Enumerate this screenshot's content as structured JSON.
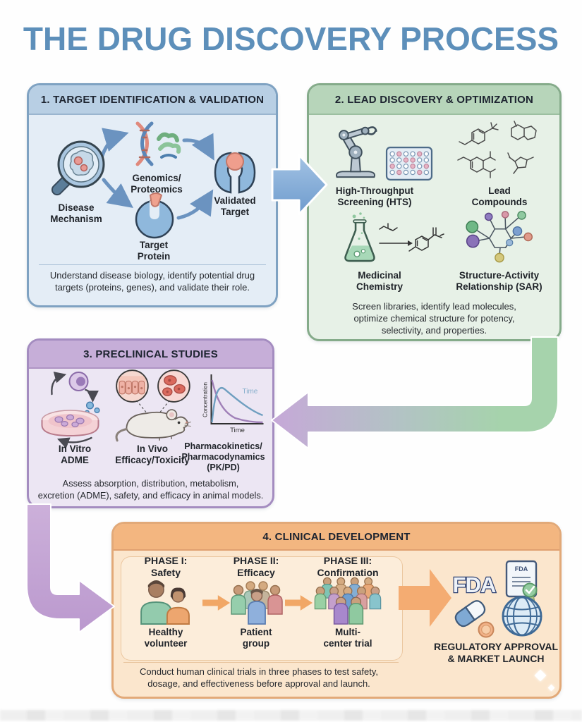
{
  "title": "THE DRUG DISCOVERY PROCESS",
  "palette": {
    "title_blue": "#5d8fba",
    "s1_border": "#7fa2c2",
    "s1_header": "#b8cfe4",
    "s1_body": "#e4edf6",
    "s2_border": "#85ab8a",
    "s2_header": "#b7d5ba",
    "s2_body": "#e7f1e7",
    "s3_border": "#a48cc0",
    "s3_header": "#c6aed8",
    "s3_body": "#ece6f3",
    "s4_border": "#e2a978",
    "s4_header": "#f3b680",
    "s4_body": "#fbe6cd",
    "arrow_blue": "#7ba3d4",
    "arrow_green": "#a6d3ac",
    "arrow_purple": "#c3a6d6",
    "arrow_orange": "#f1a766"
  },
  "section1": {
    "header": "1. TARGET IDENTIFICATION & VALIDATION",
    "items": {
      "disease": "Disease\nMechanism",
      "genomics": "Genomics/\nProteomics",
      "target_protein": "Target\nProtein",
      "validated_target": "Validated\nTarget"
    },
    "description": "Understand disease biology, identify potential drug\ntargets (proteins, genes), and validate their role."
  },
  "section2": {
    "header": "2. LEAD DISCOVERY & OPTIMIZATION",
    "items": {
      "hts": "High-Throughput\nScreening (HTS)",
      "lead_compounds": "Lead\nCompounds",
      "medicinal_chemistry": "Medicinal\nChemistry",
      "sar": "Structure-Activity\nRelationship (SAR)"
    },
    "description": "Screen libraries, identify lead molecules,\noptimize chemical structure for potency,\nselectivity, and properties."
  },
  "section3": {
    "header": "3. PRECLINICAL STUDIES",
    "items": {
      "in_vitro": "In Vitro\nADME",
      "in_vivo": "In Vivo\nEfficacy/Toxicity",
      "pkpd": "Pharmacokinetics/\nPharmacodynamics\n(PK/PD)"
    },
    "graph": {
      "ylabel": "Concentration",
      "xlabel": "Time",
      "curve_label": "Time"
    },
    "description": "Assess absorption, distribution, metabolism,\nexcretion (ADME), safety, and efficacy in animal models."
  },
  "section4": {
    "header": "4. CLINICAL DEVELOPMENT",
    "phases": [
      {
        "title": "PHASE I:\nSafety",
        "caption": "Healthy\nvolunteer"
      },
      {
        "title": "PHASE II:\nEfficacy",
        "caption": "Patient\ngroup"
      },
      {
        "title": "PHASE III:\nConfirmation",
        "caption": "Multi-\ncenter trial"
      }
    ],
    "fda_logo": "FDA",
    "certificate_label": "FDA",
    "approval": "REGULATORY APPROVAL\n& MARKET LAUNCH",
    "description": "Conduct human clinical trials in three phases to test safety,\ndosage, and effectiveness before approval and launch."
  }
}
